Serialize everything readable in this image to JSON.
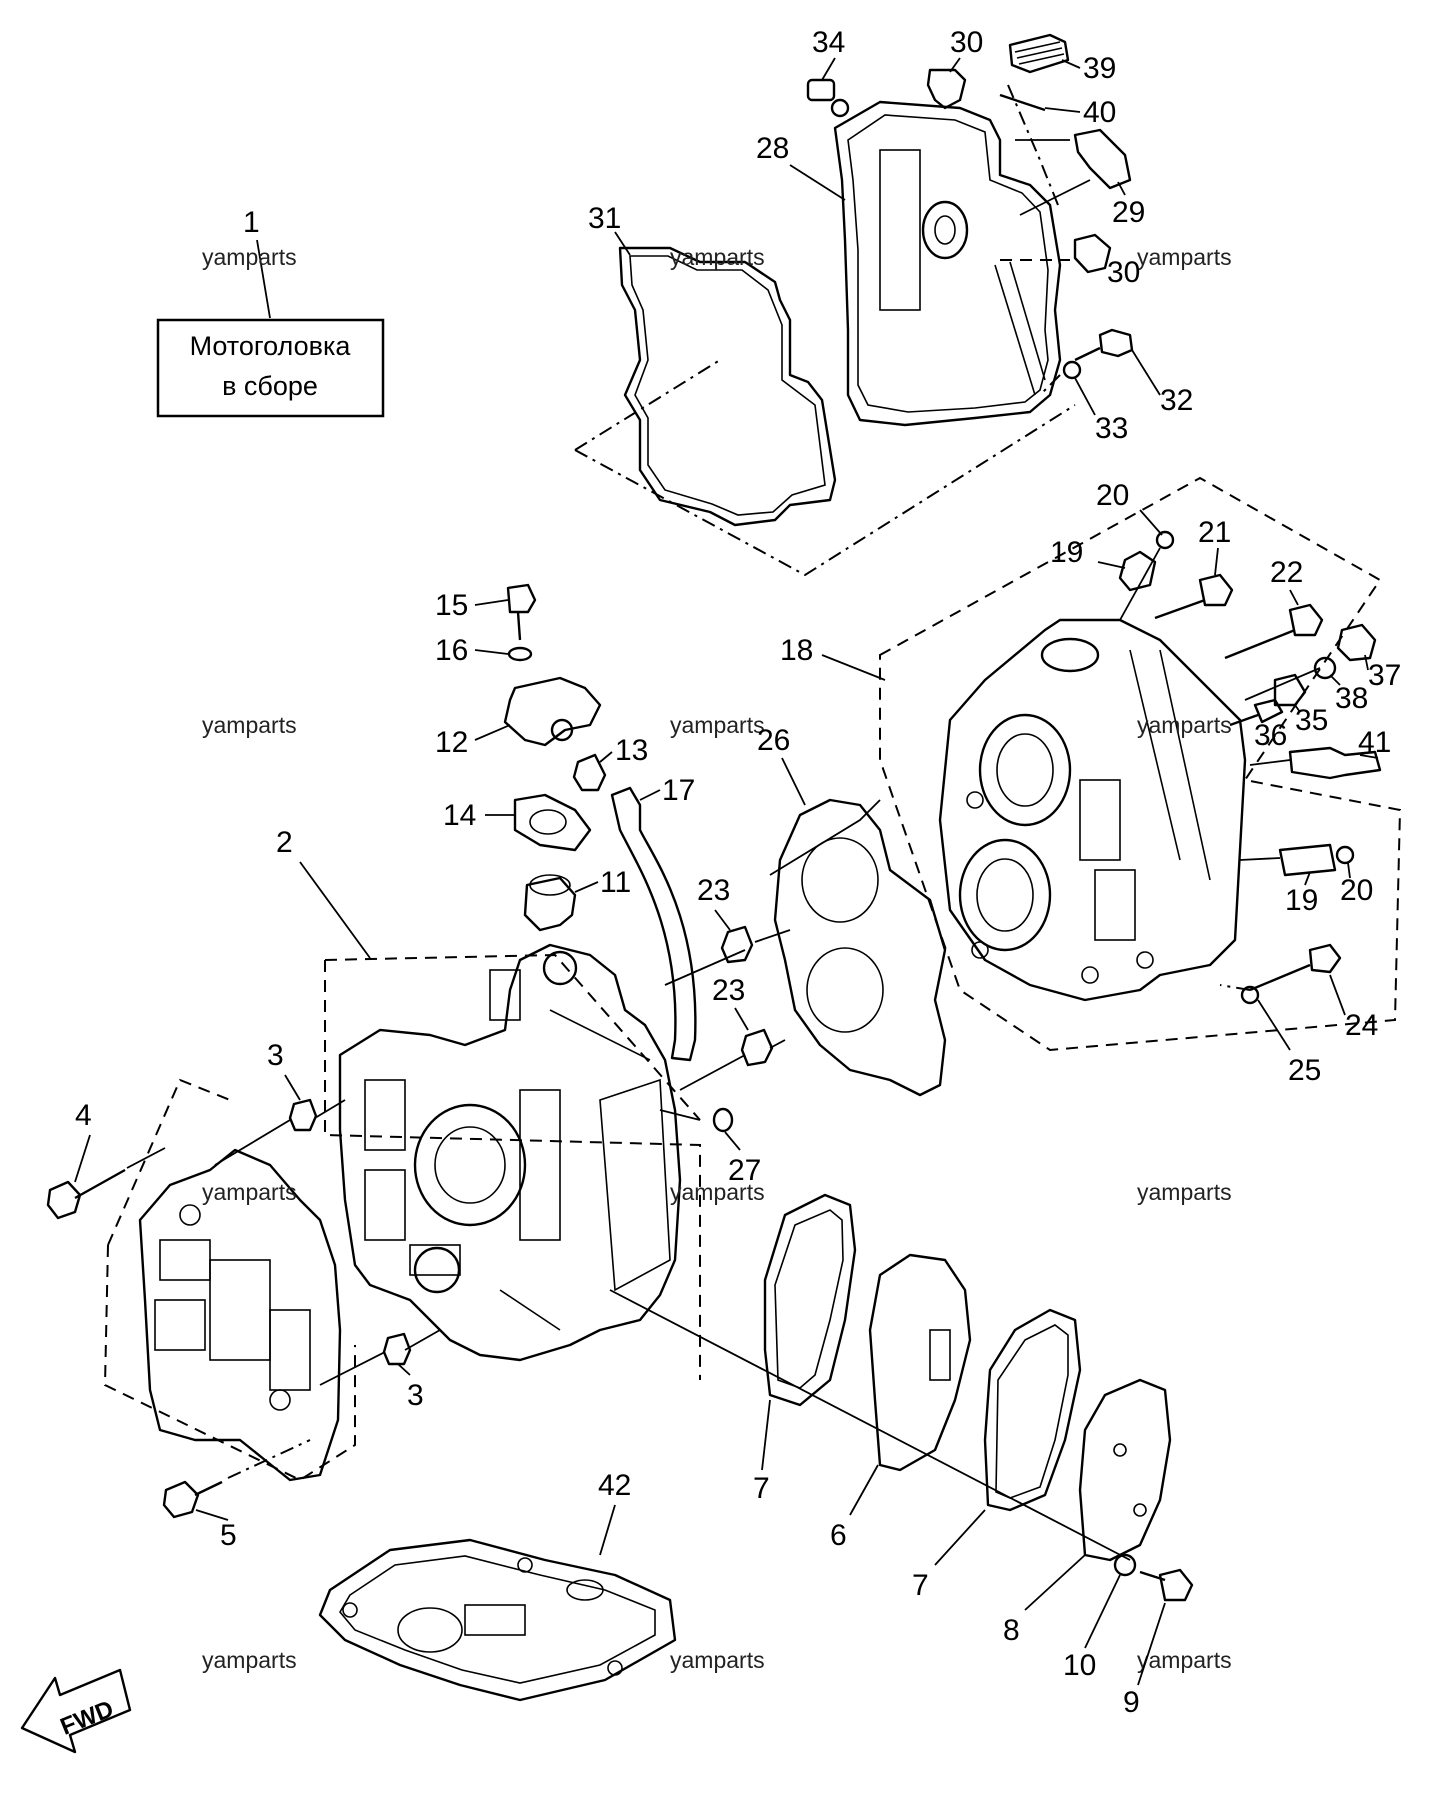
{
  "title_box": {
    "ref": "1",
    "line1": "Мотоголовка",
    "line2": "в сборе"
  },
  "watermark": "yamparts",
  "fwd_label": "FWD",
  "callouts": [
    {
      "id": "c34",
      "text": "34"
    },
    {
      "id": "c30a",
      "text": "30"
    },
    {
      "id": "c39",
      "text": "39"
    },
    {
      "id": "c40",
      "text": "40"
    },
    {
      "id": "c28",
      "text": "28"
    },
    {
      "id": "c29",
      "text": "29"
    },
    {
      "id": "c31",
      "text": "31"
    },
    {
      "id": "c30b",
      "text": "30"
    },
    {
      "id": "c32",
      "text": "32"
    },
    {
      "id": "c33",
      "text": "33"
    },
    {
      "id": "c20a",
      "text": "20"
    },
    {
      "id": "c21",
      "text": "21"
    },
    {
      "id": "c19a",
      "text": "19"
    },
    {
      "id": "c22",
      "text": "22"
    },
    {
      "id": "c15",
      "text": "15"
    },
    {
      "id": "c16",
      "text": "16"
    },
    {
      "id": "c18",
      "text": "18"
    },
    {
      "id": "c37",
      "text": "37"
    },
    {
      "id": "c38",
      "text": "38"
    },
    {
      "id": "c35",
      "text": "35"
    },
    {
      "id": "c36",
      "text": "36"
    },
    {
      "id": "c12",
      "text": "12"
    },
    {
      "id": "c13",
      "text": "13"
    },
    {
      "id": "c26",
      "text": "26"
    },
    {
      "id": "c41",
      "text": "41"
    },
    {
      "id": "c17",
      "text": "17"
    },
    {
      "id": "c14",
      "text": "14"
    },
    {
      "id": "c2",
      "text": "2"
    },
    {
      "id": "c11",
      "text": "11"
    },
    {
      "id": "c23a",
      "text": "23"
    },
    {
      "id": "c19b",
      "text": "19"
    },
    {
      "id": "c20b",
      "text": "20"
    },
    {
      "id": "c23b",
      "text": "23"
    },
    {
      "id": "c24",
      "text": "24"
    },
    {
      "id": "c25",
      "text": "25"
    },
    {
      "id": "c3a",
      "text": "3"
    },
    {
      "id": "c4",
      "text": "4"
    },
    {
      "id": "c27",
      "text": "27"
    },
    {
      "id": "c3b",
      "text": "3"
    },
    {
      "id": "c42",
      "text": "42"
    },
    {
      "id": "c7a",
      "text": "7"
    },
    {
      "id": "c6",
      "text": "6"
    },
    {
      "id": "c7b",
      "text": "7"
    },
    {
      "id": "c5",
      "text": "5"
    },
    {
      "id": "c8",
      "text": "8"
    },
    {
      "id": "c10",
      "text": "10"
    },
    {
      "id": "c9",
      "text": "9"
    }
  ]
}
